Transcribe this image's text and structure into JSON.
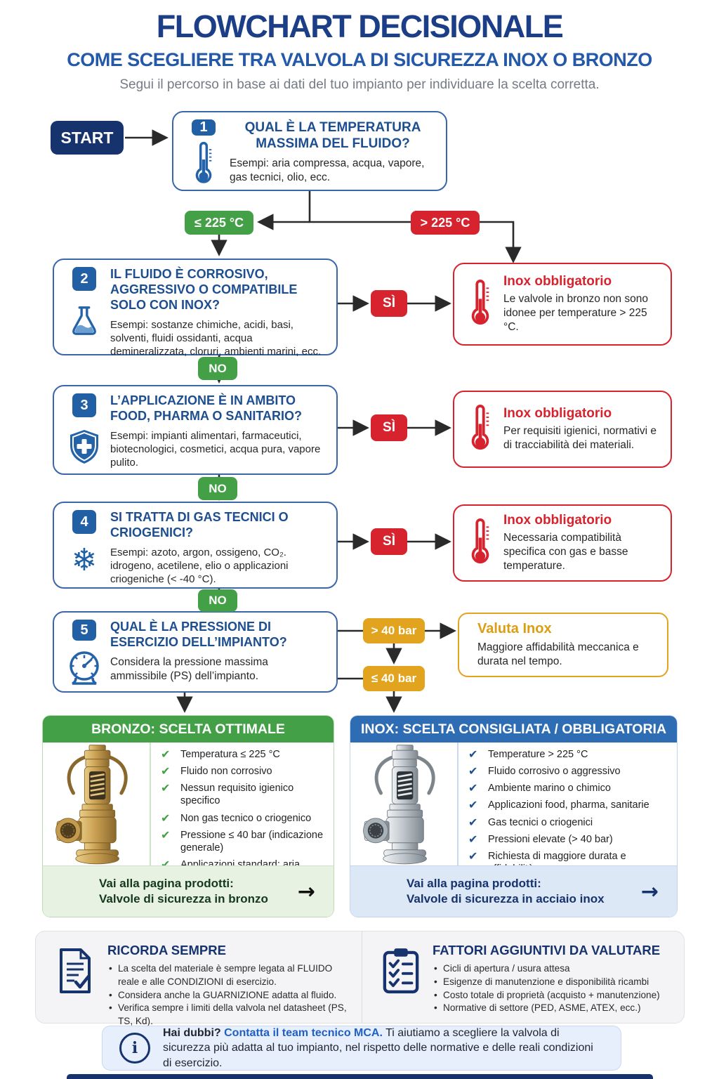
{
  "header": {
    "title": "FLOWCHART DECISIONALE",
    "subtitle": "COME SCEGLIERE TRA VALVOLA DI SICUREZZA INOX O BRONZO",
    "tagline": "Segui il percorso in base ai dati del tuo impianto per individuare la scelta corretta."
  },
  "start_label": "START",
  "branches": {
    "temp_low": "≤ 225 °C",
    "temp_high": "> 225 °C",
    "yes": "SÌ",
    "no": "NO",
    "pressure_high": "> 40 bar",
    "pressure_low": "≤ 40 bar"
  },
  "questions": [
    {
      "number": "1",
      "icon": "thermometer-icon",
      "title": "QUAL È LA TEMPERATURA MASSIMA DEL FLUIDO?",
      "body": "Esempi: aria compressa, acqua, vapore, gas tecnici, olio, ecc."
    },
    {
      "number": "2",
      "icon": "flask-icon",
      "title": "IL FLUIDO È CORROSIVO, AGGRESSIVO O COMPATIBILE SOLO CON INOX?",
      "body": "Esempi: sostanze chimiche, acidi, basi, solventi, fluidi ossidanti, acqua demineralizzata, cloruri, ambienti marini, ecc."
    },
    {
      "number": "3",
      "icon": "shield-cross-icon",
      "title": "L’APPLICAZIONE È IN AMBITO FOOD, PHARMA O SANITARIO?",
      "body": "Esempi: impianti alimentari, farmaceutici, biotecnologici, cosmetici, acqua pura, vapore pulito."
    },
    {
      "number": "4",
      "icon": "snowflake-icon",
      "title": "SI TRATTA DI GAS TECNICI O CRIOGENICI?",
      "body": "Esempi: azoto, argon, ossigeno, CO₂. idrogeno, acetilene, elio o applicazioni criogeniche (< -40 °C)."
    },
    {
      "number": "5",
      "icon": "gauge-icon",
      "title": "QUAL È LA PRESSIONE DI ESERCIZIO DELL’IMPIANTO?",
      "body": "Considera la pressione massima ammissibile (PS) dell’impianto."
    }
  ],
  "outcomes": [
    {
      "icon": "thermometer-icon",
      "title": "Inox obbligatorio",
      "body": "Le valvole in bronzo non sono idonee per temperature > 225 °C."
    },
    {
      "icon": "thermometer-icon",
      "title": "Inox obbligatorio",
      "body": "Per requisiti igienici, normativi e di tracciabilità dei materiali."
    },
    {
      "icon": "thermometer-icon",
      "title": "Inox obbligatorio",
      "body": "Necessaria compatibilità specifica con gas e basse temperature."
    }
  ],
  "valuta": {
    "title": "Valuta Inox",
    "body": "Maggiore affidabilità meccanica e durata nel tempo."
  },
  "bronze_card": {
    "header": "BRONZO: SCELTA OTTIMALE",
    "checklist": [
      "Temperatura ≤ 225 °C",
      "Fluido non corrosivo",
      "Nessun requisito igienico specifico",
      "Non gas tecnico o criogenico",
      "Pressione ≤ 40 bar (indicazione generale)",
      "Applicazioni standard: aria compressa, acqua, vapore leggero, olio, ecc."
    ],
    "cta_line1": "Vai alla pagina prodotti:",
    "cta_line2": "Valvole di sicurezza in bronzo"
  },
  "inox_card": {
    "header": "INOX: SCELTA CONSIGLIATA / OBBLIGATORIA",
    "checklist": [
      "Temperature > 225 °C",
      "Fluido corrosivo o aggressivo",
      "Ambiente marino o chimico",
      "Applicazioni food, pharma, sanitarie",
      "Gas tecnici o criogenici",
      "Pressioni elevate (> 40 bar)",
      "Richiesta di maggiore durata e affidabilità"
    ],
    "cta_line1": "Vai alla pagina prodotti:",
    "cta_line2": "Valvole di sicurezza in acciaio inox"
  },
  "ricorda": {
    "title": "RICORDA SEMPRE",
    "bullets": [
      "La scelta del materiale è sempre legata al FLUIDO reale e alle CONDIZIONI di esercizio.",
      "Considera anche la GUARNIZIONE adatta al fluido.",
      "Verifica sempre i limiti della valvola nel datasheet (PS, TS, Kd)."
    ]
  },
  "fattori": {
    "title": "FATTORI AGGIUNTIVI DA VALUTARE",
    "bullets": [
      "Cicli di apertura / usura attesa",
      "Esigenze di manutenzione e disponibilità ricambi",
      "Costo totale di proprietà (acquisto + manutenzione)",
      "Normative di settore (PED, ASME, ATEX, ecc.)"
    ]
  },
  "contact": {
    "prefix": "Hai dubbi? ",
    "link": "Contatta il team tecnico MCA.",
    "suffix": " Ti aiutiamo a scegliere la valvola di sicurezza più adatta al tuo impianto, nel rispetto delle normative e delle reali condizioni di esercizio."
  },
  "colors": {
    "navy": "#16336e",
    "question_title_blue": "#1d4e8f",
    "box_border_blue": "#3b66ab",
    "green": "#43a047",
    "red": "#d6232e",
    "amber": "#e2a41e",
    "inox_header_blue": "#2e6db4",
    "link_blue": "#2060c4"
  }
}
